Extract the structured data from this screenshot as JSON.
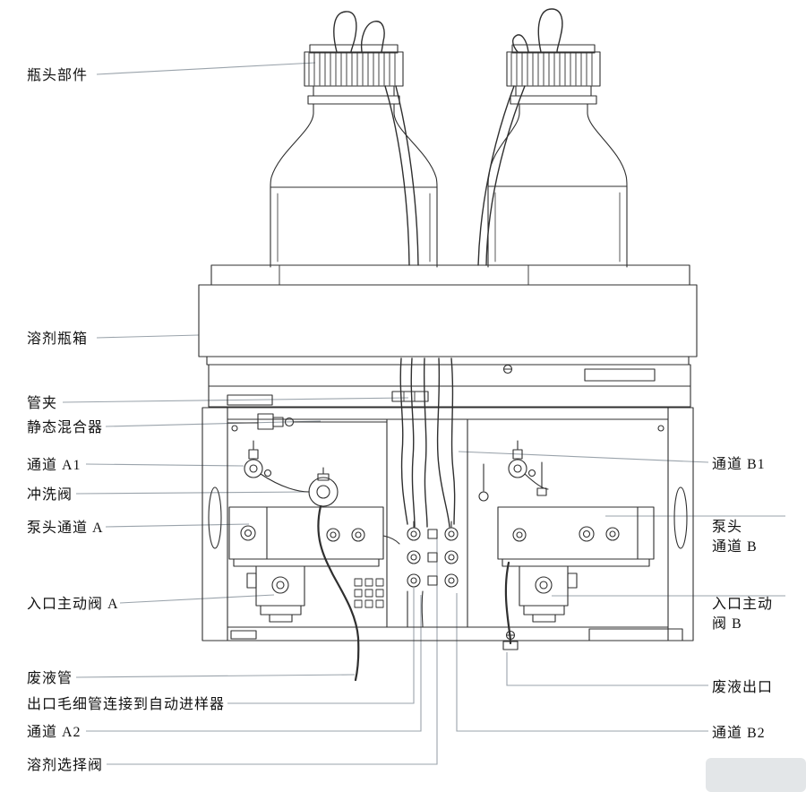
{
  "diagram": {
    "colors": {
      "ink": "#2f2f2f",
      "leader": "#9aa3ab"
    },
    "labels": {
      "bottle_head": "瓶头部件",
      "solvent_cabinet": "溶剂瓶箱",
      "tube_clamp": "管夹",
      "static_mixer": "静态混合器",
      "channel_a1": "通道 A1",
      "purge_valve": "冲洗阀",
      "pump_head_a": "泵头通道 A",
      "inlet_valve_a": "入口主动阀 A",
      "waste_tube": "废液管",
      "outlet_capillary": "出口毛细管连接到自动进样器",
      "channel_a2": "通道 A2",
      "solvent_selection_valve": "溶剂选择阀",
      "channel_b1": "通道 B1",
      "pump_head_b_line1": "泵头",
      "pump_head_b_line2": "通道 B",
      "inlet_valve_b_line1": "入口主动",
      "inlet_valve_b_line2": "阀 B",
      "waste_outlet": "废液出口",
      "channel_b2": "通道 B2"
    }
  }
}
